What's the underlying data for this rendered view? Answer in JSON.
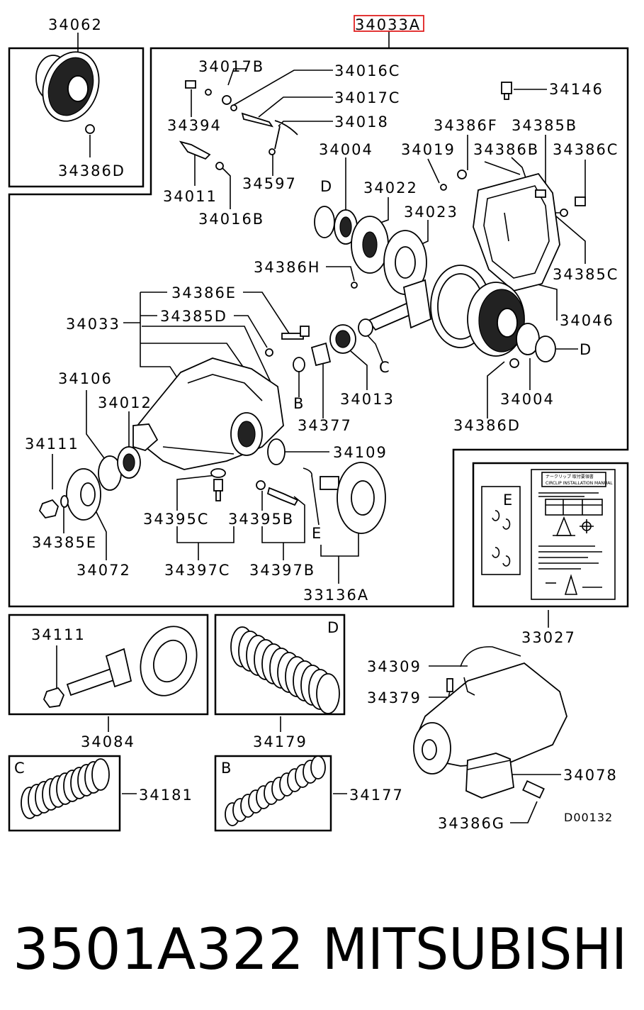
{
  "highlighted_part": "34033A",
  "labels": {
    "p34062": "34062",
    "p34386D_top": "34386D",
    "p34033A": "34033A",
    "p34017B": "34017B",
    "p34016C": "34016C",
    "p34017C": "34017C",
    "p34018": "34018",
    "p34394": "34394",
    "p34011": "34011",
    "p34016B": "34016B",
    "p34597": "34597",
    "p34146": "34146",
    "p34386F": "34386F",
    "p34385B": "34385B",
    "p34004_top": "34004",
    "p34019": "34019",
    "p34386B": "34386B",
    "p34386C": "34386C",
    "pD_left": "D",
    "p34022": "34022",
    "p34023": "34023",
    "p34386H": "34386H",
    "p34385C": "34385C",
    "p34386E": "34386E",
    "p34033": "34033",
    "p34385D": "34385D",
    "p34046": "34046",
    "pD_right": "D",
    "pC_mid": "C",
    "pB_mid": "B",
    "p34013": "34013",
    "p34004_bot": "34004",
    "p34106": "34106",
    "p34012": "34012",
    "p34377": "34377",
    "p34386D_bot": "34386D",
    "p34111_top": "34111",
    "p34109": "34109",
    "p34395C": "34395C",
    "p34395B": "34395B",
    "pE_mid": "E",
    "p34385E": "34385E",
    "p34072": "34072",
    "p34397C": "34397C",
    "p34397B": "34397B",
    "p33136A": "33136A",
    "p33027": "33027",
    "pE_box": "E",
    "p34111_bot": "34111",
    "pD_box": "D",
    "p34084": "34084",
    "p34179": "34179",
    "p34309": "34309",
    "p34379": "34379",
    "pC_box": "C",
    "pB_box": "B",
    "p34181": "34181",
    "p34177": "34177",
    "p34078": "34078",
    "p34386G": "34386G",
    "diagram_code": "D00132"
  },
  "manual": {
    "title_line1": "ナークリップ 取付要領書",
    "title_line2": "CIRCLIP INSTALLATION MANUAL"
  },
  "footer": {
    "part_number": "3501A322",
    "brand": "MITSUBISHI"
  },
  "colors": {
    "highlight_border": "#e02020",
    "line": "#000000",
    "background": "#ffffff"
  }
}
